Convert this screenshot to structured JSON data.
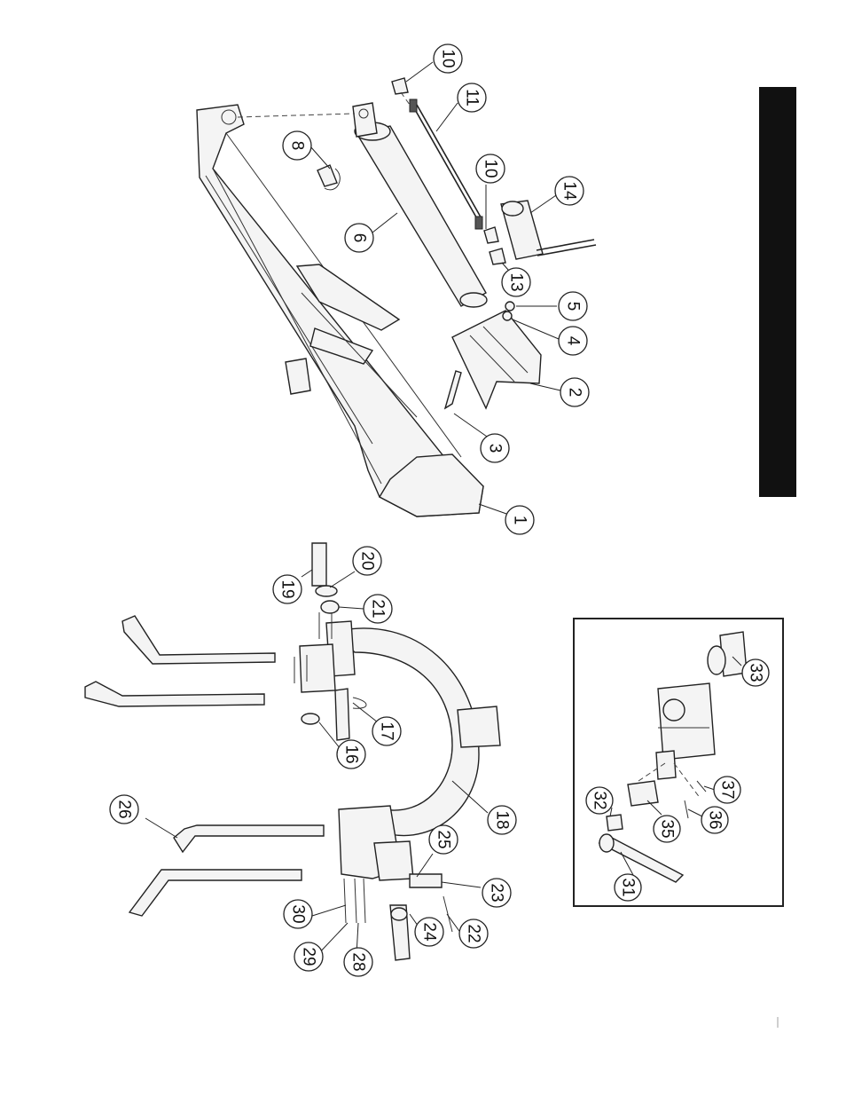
{
  "callouts": {
    "top": [
      "10",
      "11",
      "8",
      "10",
      "14",
      "6",
      "13",
      "5",
      "4",
      "2",
      "3",
      "1"
    ],
    "bottom": [
      "19",
      "20",
      "21",
      "17",
      "16",
      "18",
      "26",
      "25",
      "23",
      "30",
      "24",
      "22",
      "29",
      "28"
    ],
    "inset": [
      "33",
      "37",
      "32",
      "35",
      "36",
      "31"
    ]
  },
  "colors": {
    "line": "#222222",
    "tab": "#111111",
    "background": "#ffffff"
  }
}
